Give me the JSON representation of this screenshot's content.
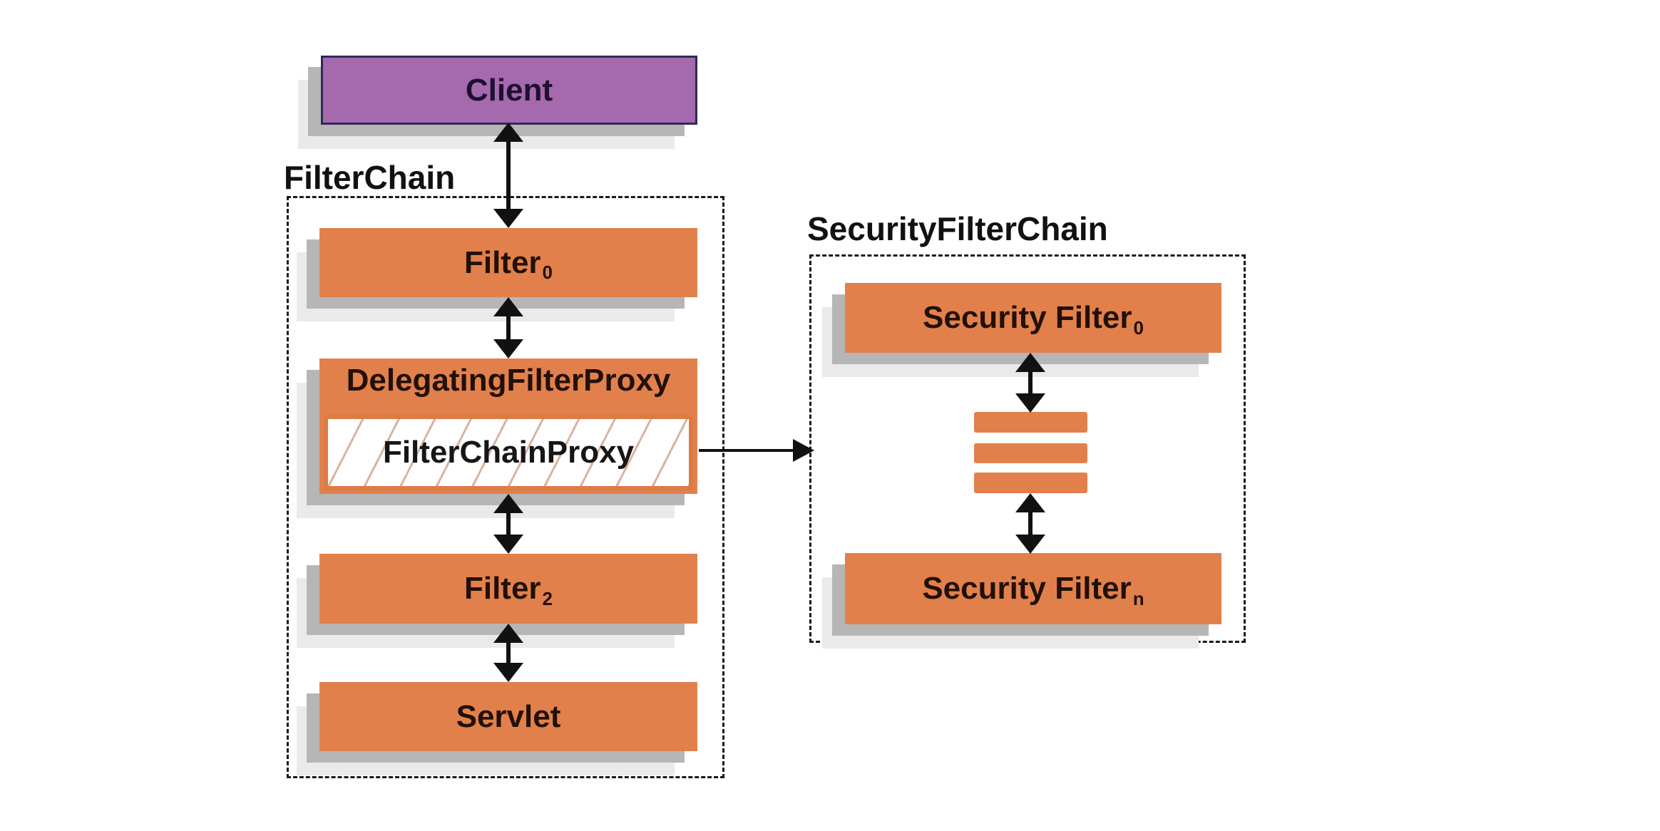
{
  "diagram": {
    "client": {
      "label": "Client"
    },
    "filterchain": {
      "title": "FilterChain",
      "filter0": {
        "label": "Filter",
        "sub": "0"
      },
      "delegating_filter_proxy": {
        "label": "DelegatingFilterProxy"
      },
      "filter_chain_proxy": {
        "label": "FilterChainProxy"
      },
      "filter2": {
        "label": "Filter",
        "sub": "2"
      },
      "servlet": {
        "label": "Servlet"
      }
    },
    "securityfilterchain": {
      "title": "SecurityFilterChain",
      "security_filter0": {
        "label": "Security Filter",
        "sub": "0"
      },
      "security_filter_n": {
        "label": "Security Filter",
        "sub": "n"
      }
    },
    "colors": {
      "box_orange": "#e2804c",
      "client_purple": "#a569ad",
      "client_border": "#2e2a57",
      "shadow_gray": "#b6b6b6",
      "line_black": "#111111"
    }
  }
}
